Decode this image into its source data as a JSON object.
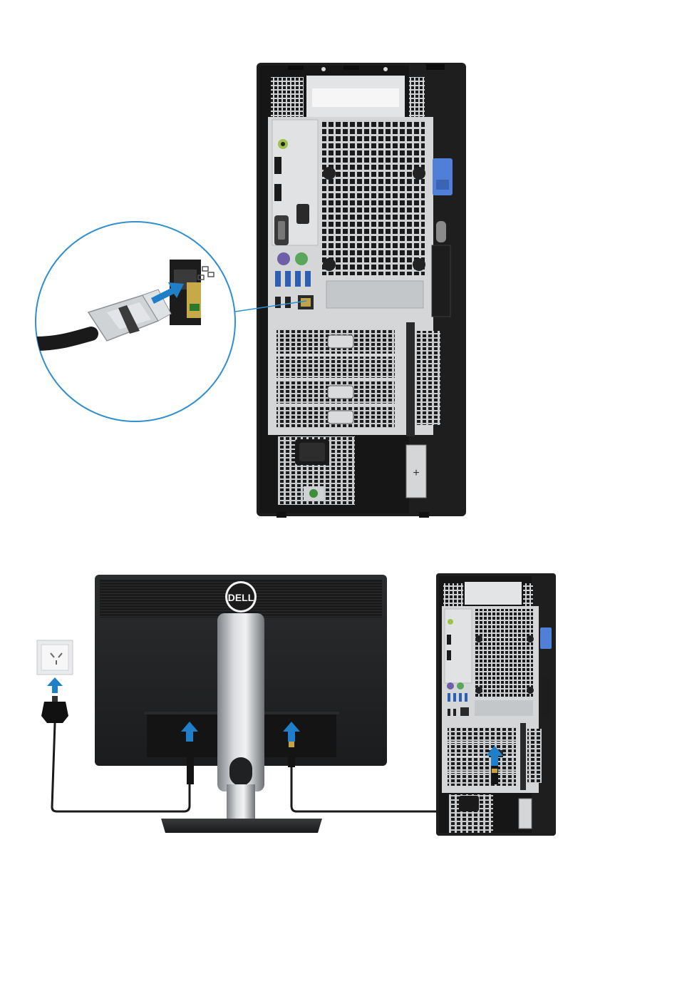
{
  "figures": [
    {
      "id": "network-connection",
      "description_visible_text": "",
      "elements": [
        "computer-rear",
        "ethernet-callout",
        "ethernet-plug",
        "network-port-icon",
        "callout-arrow"
      ]
    },
    {
      "id": "display-and-power-connection",
      "elements": [
        "monitor-rear",
        "dell-logo",
        "monitor-stand",
        "wall-outlet",
        "power-plug",
        "power-cable",
        "display-cable",
        "computer-rear-small",
        "arrows"
      ]
    }
  ],
  "monitor": {
    "logo_text": "DELL"
  },
  "colors": {
    "arrow_blue": "#1f7fc9",
    "callout_blue": "#2f8fcf",
    "chassis_black": "#1c1c1c",
    "panel_silver": "#d6d8da",
    "latch_blue": "#4f7fd6"
  }
}
